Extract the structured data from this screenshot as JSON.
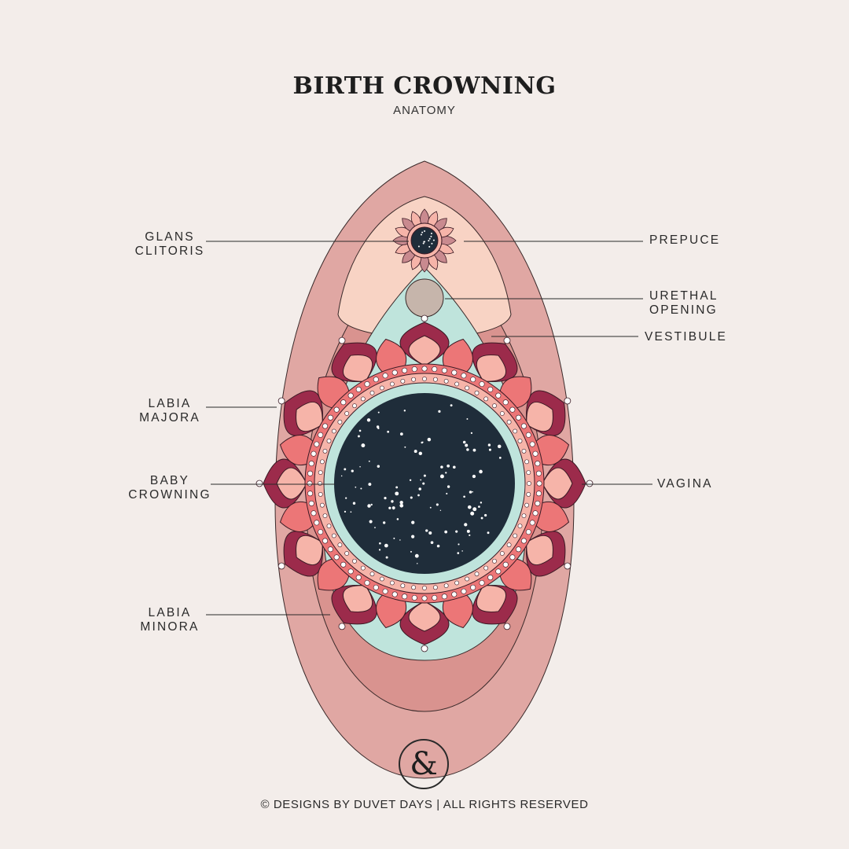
{
  "header": {
    "title": "BIRTH CROWNING",
    "subtitle": "ANATOMY"
  },
  "labels": {
    "glans_clitoris": "GLANS\nCLITORIS",
    "prepuce": "PREPUCE",
    "urethral_opening": "URETHAL\nOPENING",
    "vestibule": "VESTIBULE",
    "labia_majora": "LABIA\nMAJORA",
    "vagina": "VAGINA",
    "baby_crowning": "BABY\nCROWNING",
    "labia_minora": "LABIA\nMINORA"
  },
  "footer": {
    "logo_icon": "ampersand-logo-icon",
    "logo_glyph": "&",
    "text": "© DESIGNS BY DUVET DAYS  |  ALL RIGHTS RESERVED"
  },
  "colors": {
    "background": "#f3edea",
    "labia_majora": "#e0a7a3",
    "labia_minora": "#dd9a98",
    "prepuce": "#f8d3c4",
    "vestibule": "#bfe4dc",
    "petal_dark": "#9c2b4b",
    "petal_coral": "#ec7677",
    "petal_light": "#f6b4a9",
    "crown_dark": "#1f2d3a",
    "urethra": "#c6b5ab"
  }
}
